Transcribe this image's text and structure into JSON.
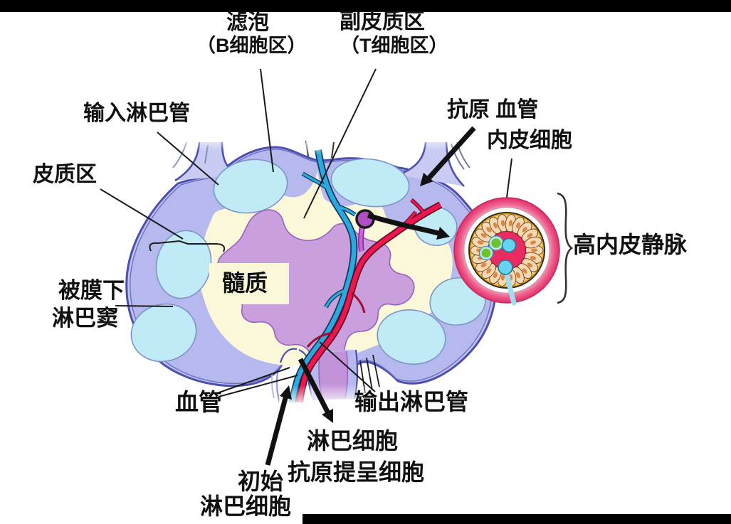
{
  "figure": {
    "type": "anatomical-diagram",
    "labels": {
      "follicle_1": "滤泡",
      "follicle_2": "（B细胞区）",
      "paracortex_1": "副皮质区",
      "paracortex_2": "（T细胞区）",
      "afferent": "输入淋巴管",
      "cortex": "皮质区",
      "antigen_vessel": "抗原 血管",
      "endothelium": "内皮细胞",
      "hev": "高内皮静脉",
      "subcapsular_1": "被膜下",
      "subcapsular_2": "淋巴窦",
      "medulla": "髓质",
      "blood_vessel": "血管",
      "efferent": "输出淋巴管",
      "lymphocyte": "淋巴细胞",
      "apc": "抗原提呈细胞",
      "naive_1": "初始",
      "naive_2": "淋巴细胞"
    },
    "colors": {
      "capsule_outline": "#4c4fb0",
      "capsule_band": "#c9cbf2",
      "subcapsular_fill": "#b6b9ee",
      "follicle_fill": "#c0eaf6",
      "follicle_stroke": "#7d94c8",
      "paracortex_fill": "#fbf8da",
      "medulla_fill": "#c99fdd",
      "medulla_stroke": "#9a5fb8",
      "vein": "#29a9e1",
      "vein_outline": "#17364f",
      "artery": "#ee1651",
      "artery_outline": "#5c0a1e",
      "hev_ring": "#ed5a88",
      "hev_media_ring": "#f4ae07",
      "endothelial_cell_fill": "#f5d9b0",
      "endothelial_cell_stroke": "#7a4a22",
      "endothelial_nucleus": "#e0854a",
      "lumen": "#ea2a60",
      "lymphocyte_green": "#6cc32e",
      "lymphocyte_cyan": "#66d4f0",
      "arrow": "#111111",
      "hev_in_situ": "#b04ec6"
    }
  }
}
